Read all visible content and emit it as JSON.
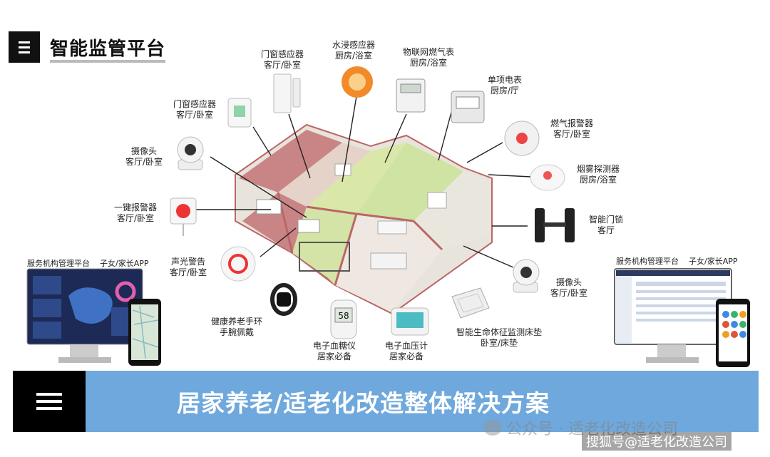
{
  "header": {
    "title": "智能监管平台"
  },
  "devices": {
    "door_sensor_top": {
      "name": "门窗感应器",
      "room": "客厅/卧室"
    },
    "water_sensor": {
      "name": "水浸感应器",
      "room": "厨房/浴室"
    },
    "gas_meter": {
      "name": "物联网燃气表",
      "room": "厨房/浴室"
    },
    "electric_meter": {
      "name": "单项电表",
      "room": "厨房/厅"
    },
    "door_sensor_left": {
      "name": "门窗感应器",
      "room": "客厅/卧室"
    },
    "gas_alarm": {
      "name": "燃气报警器",
      "room": "客厅/卧室"
    },
    "camera_left": {
      "name": "摄像头",
      "room": "客厅/卧室"
    },
    "smoke_detector": {
      "name": "烟雾探测器",
      "room": "厨房/浴室"
    },
    "sos_button": {
      "name": "一键报警器",
      "room": "客厅/卧室"
    },
    "smart_lock": {
      "name": "智能门锁",
      "room": "客厅"
    },
    "sound_light_alarm": {
      "name": "声光警告",
      "room": "客厅/卧室"
    },
    "camera_right": {
      "name": "摄像头",
      "room": "客厅/卧室"
    },
    "wristband": {
      "name": "健康养老手环",
      "room": "手腕佩戴"
    },
    "glucose_meter": {
      "name": "电子血糖仪",
      "room": "居家必备",
      "screen": "58"
    },
    "bp_monitor": {
      "name": "电子血压计",
      "room": "居家必备"
    },
    "vital_mat": {
      "name": "智能生命体征监测床垫",
      "room": "卧室/床垫"
    }
  },
  "platforms": {
    "left": {
      "service": "服务机构管理平台",
      "app": "子女/家长APP"
    },
    "right": {
      "service": "服务机构管理平台",
      "app": "子女/家长APP"
    }
  },
  "banner": {
    "text": "居家养老/适老化改造整体解决方案"
  },
  "watermarks": {
    "wechat": "公众号 · 适老化改造公司",
    "sohu": "搜狐号@适老化改造公司"
  },
  "colors": {
    "banner_blue": "#6fa8dc",
    "wall_red": "#c97b7b",
    "room_green": "#d9e8a8"
  }
}
